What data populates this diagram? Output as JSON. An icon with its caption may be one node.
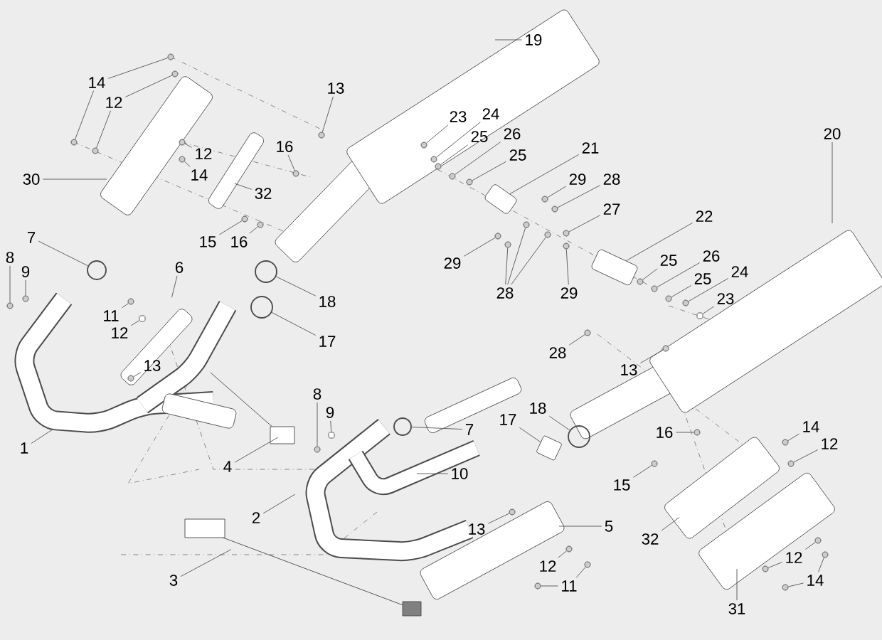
{
  "diagram": {
    "nodes": [
      {
        "text": [
          "19"
        ]
      },
      {
        "text": [
          "13"
        ]
      },
      {
        "text": [
          "14"
        ]
      },
      {
        "text": [
          "12"
        ]
      },
      {
        "text": [
          "23"
        ]
      },
      {
        "text": [
          "24"
        ]
      },
      {
        "text": [
          "20"
        ]
      },
      {
        "text": [
          "25"
        ]
      },
      {
        "text": [
          "26"
        ]
      },
      {
        "text": [
          "16"
        ]
      },
      {
        "text": [
          "21"
        ]
      },
      {
        "text": [
          "12"
        ]
      },
      {
        "text": [
          "25"
        ]
      },
      {
        "text": [
          "14"
        ]
      },
      {
        "text": [
          "30"
        ]
      },
      {
        "text": [
          "29"
        ]
      },
      {
        "text": [
          "28"
        ]
      },
      {
        "text": [
          "32"
        ]
      },
      {
        "text": [
          "27"
        ]
      },
      {
        "text": [
          "22"
        ]
      },
      {
        "text": [
          "7"
        ]
      },
      {
        "text": [
          "15"
        ]
      },
      {
        "text": [
          "16"
        ]
      },
      {
        "text": [
          "8"
        ]
      },
      {
        "text": [
          "25"
        ]
      },
      {
        "text": [
          "26"
        ]
      },
      {
        "text": [
          "29"
        ]
      },
      {
        "text": [
          "6"
        ]
      },
      {
        "text": [
          "9"
        ]
      },
      {
        "text": [
          "24"
        ]
      },
      {
        "text": [
          "25"
        ]
      },
      {
        "text": [
          "28"
        ]
      },
      {
        "text": [
          "29"
        ]
      },
      {
        "text": [
          "23"
        ]
      },
      {
        "text": [
          "18"
        ]
      },
      {
        "text": [
          "11"
        ]
      },
      {
        "text": [
          "12"
        ]
      },
      {
        "text": [
          "17"
        ]
      },
      {
        "text": [
          "28"
        ]
      },
      {
        "text": [
          "13"
        ]
      },
      {
        "text": [
          "13"
        ]
      },
      {
        "text": [
          "8"
        ]
      },
      {
        "text": [
          "9"
        ]
      },
      {
        "text": [
          "17"
        ]
      },
      {
        "text": [
          "18"
        ]
      },
      {
        "text": [
          "14"
        ]
      },
      {
        "text": [
          "7"
        ]
      },
      {
        "text": [
          "16"
        ]
      },
      {
        "text": [
          "12"
        ]
      },
      {
        "text": [
          "1"
        ]
      },
      {
        "text": [
          "4"
        ]
      },
      {
        "text": [
          "10"
        ]
      },
      {
        "text": [
          "15"
        ]
      },
      {
        "text": [
          "2"
        ]
      },
      {
        "text": [
          "5"
        ]
      },
      {
        "text": [
          "13"
        ]
      },
      {
        "text": [
          "32"
        ]
      },
      {
        "text": [
          "12"
        ]
      },
      {
        "text": [
          "12"
        ]
      },
      {
        "text": [
          "3"
        ]
      },
      {
        "text": [
          "11"
        ]
      },
      {
        "text": [
          "14"
        ]
      },
      {
        "text": [
          "31"
        ]
      },
      {
        "text": [],
        "shape": "circle"
      },
      {
        "text": [],
        "shape": "circle"
      },
      {
        "text": [],
        "shape": "circle"
      },
      {
        "text": [],
        "shape": "circle"
      },
      {
        "text": [],
        "shape": "circle"
      },
      {
        "text": [],
        "shape": "circle"
      },
      {
        "text": [],
        "shape": "circle"
      },
      {
        "text": [],
        "shape": "circle"
      },
      {
        "text": [],
        "shape": "circle"
      },
      {
        "text": [],
        "shape": "circle"
      },
      {
        "text": [],
        "shape": "box"
      },
      {
        "text": [],
        "shape": "circle"
      },
      {
        "text": [],
        "shape": "circle"
      },
      {
        "text": [],
        "shape": "circle"
      },
      {
        "text": [],
        "shape": "circle"
      },
      {
        "text": [],
        "shape": "circle"
      },
      {
        "text": [],
        "shape": "circle"
      },
      {
        "text": [],
        "shape": "box"
      },
      {
        "text": [],
        "shape": "circle"
      },
      {
        "text": [],
        "shape": "circle"
      },
      {
        "text": [],
        "shape": "circle"
      },
      {
        "text": [],
        "shape": "circle"
      },
      {
        "text": [],
        "shape": "circle"
      },
      {
        "text": [],
        "shape": "circle"
      },
      {
        "text": [],
        "shape": "circle"
      },
      {
        "text": [],
        "shape": "circle"
      },
      {
        "text": [],
        "shape": "circle"
      },
      {
        "text": [],
        "shape": "circle"
      },
      {
        "text": [],
        "shape": "circle"
      },
      {
        "text": [],
        "shape": "circle"
      },
      {
        "text": [],
        "shape": "circle"
      },
      {
        "text": [],
        "shape": "circle"
      },
      {
        "text": [],
        "shape": "cylinder"
      },
      {
        "text": [],
        "shape": "circle"
      },
      {
        "text": [],
        "shape": "circle"
      },
      {
        "text": [],
        "shape": "cylinder"
      },
      {
        "text": [],
        "shape": "circle"
      },
      {
        "text": [],
        "shape": "circle"
      },
      {
        "text": [],
        "shape": "circle"
      },
      {
        "text": [],
        "shape": "circle"
      },
      {
        "text": [],
        "shape": "circle"
      },
      {
        "text": [],
        "shape": "cylinder"
      },
      {
        "text": [],
        "shape": "cylinder"
      },
      {
        "text": [],
        "shape": "circle"
      },
      {
        "text": [],
        "shape": "circle"
      },
      {
        "text": [],
        "shape": "circle"
      },
      {
        "text": [],
        "shape": "circle"
      },
      {
        "text": [],
        "shape": "circle"
      },
      {
        "text": [],
        "shape": "circle"
      },
      {
        "text": [],
        "shape": "circle"
      },
      {
        "text": [],
        "shape": "circle"
      },
      {
        "text": [],
        "shape": "circle"
      },
      {
        "text": [],
        "shape": "circle"
      },
      {
        "text": [],
        "shape": "circle"
      },
      {
        "text": [],
        "shape": "circle"
      },
      {
        "text": [],
        "shape": "circle"
      },
      {
        "text": [],
        "shape": "circle"
      }
    ],
    "edges": [
      {
        "from": 0,
        "to": null,
        "arrow": "none"
      },
      {
        "from": 1,
        "to": 63,
        "arrow": "none"
      },
      {
        "from": 2,
        "to": 64,
        "arrow": "none"
      },
      {
        "from": 2,
        "to": 65,
        "arrow": "none"
      },
      {
        "from": 3,
        "to": 66,
        "arrow": "none"
      },
      {
        "from": 3,
        "to": 67,
        "arrow": "none"
      },
      {
        "from": 4,
        "to": 68,
        "arrow": "none"
      },
      {
        "from": 5,
        "to": 69,
        "arrow": "none"
      },
      {
        "from": 6,
        "to": null,
        "arrow": "none"
      },
      {
        "from": 7,
        "to": 70,
        "arrow": "none"
      },
      {
        "from": 8,
        "to": 71,
        "arrow": "none"
      },
      {
        "from": 9,
        "to": 72,
        "arrow": "none"
      },
      {
        "from": 10,
        "to": 73,
        "arrow": "none"
      },
      {
        "from": 11,
        "to": 74,
        "arrow": "none"
      },
      {
        "from": 12,
        "to": 75,
        "arrow": "none"
      },
      {
        "from": 13,
        "to": 76,
        "arrow": "none"
      },
      {
        "from": 14,
        "to": null,
        "arrow": "none"
      },
      {
        "from": 15,
        "to": 77,
        "arrow": "none"
      },
      {
        "from": 16,
        "to": 78,
        "arrow": "none"
      },
      {
        "from": 17,
        "to": null,
        "arrow": "none"
      },
      {
        "from": 18,
        "to": 79,
        "arrow": "none"
      },
      {
        "from": 19,
        "to": 80,
        "arrow": "none"
      },
      {
        "from": 20,
        "to": 81,
        "arrow": "none"
      },
      {
        "from": 21,
        "to": 82,
        "arrow": "none"
      },
      {
        "from": 22,
        "to": 83,
        "arrow": "none"
      },
      {
        "from": 23,
        "to": 84,
        "arrow": "none"
      },
      {
        "from": 24,
        "to": 85,
        "arrow": "none"
      },
      {
        "from": 25,
        "to": 86,
        "arrow": "none"
      },
      {
        "from": 26,
        "to": 87,
        "arrow": "none"
      },
      {
        "from": 27,
        "to": null,
        "arrow": "none"
      },
      {
        "from": 28,
        "to": 88,
        "arrow": "none"
      },
      {
        "from": 29,
        "to": 89,
        "arrow": "none"
      },
      {
        "from": 30,
        "to": 90,
        "arrow": "none"
      },
      {
        "from": 31,
        "to": 91,
        "arrow": "none"
      },
      {
        "from": 31,
        "to": 92,
        "arrow": "none"
      },
      {
        "from": 31,
        "to": 93,
        "arrow": "none"
      },
      {
        "from": 32,
        "to": 94,
        "arrow": "none"
      },
      {
        "from": 33,
        "to": 95,
        "arrow": "none"
      },
      {
        "from": 34,
        "to": 96,
        "arrow": "none"
      },
      {
        "from": 35,
        "to": 97,
        "arrow": "none"
      },
      {
        "from": 36,
        "to": 98,
        "arrow": "none"
      },
      {
        "from": 37,
        "to": 99,
        "arrow": "none"
      },
      {
        "from": 38,
        "to": 100,
        "arrow": "none"
      },
      {
        "from": 39,
        "to": 101,
        "arrow": "none"
      },
      {
        "from": 40,
        "to": 102,
        "arrow": "none"
      },
      {
        "from": 41,
        "to": 103,
        "arrow": "none"
      },
      {
        "from": 42,
        "to": 104,
        "arrow": "none"
      },
      {
        "from": 43,
        "to": 105,
        "arrow": "none"
      },
      {
        "from": 44,
        "to": 106,
        "arrow": "none"
      },
      {
        "from": 45,
        "to": 107,
        "arrow": "none"
      },
      {
        "from": 46,
        "to": 108,
        "arrow": "none"
      },
      {
        "from": 47,
        "to": 109,
        "arrow": "none"
      },
      {
        "from": 48,
        "to": 110,
        "arrow": "none"
      },
      {
        "from": 49,
        "to": null,
        "arrow": "none"
      },
      {
        "from": 50,
        "to": null,
        "arrow": "none"
      },
      {
        "from": 51,
        "to": null,
        "arrow": "none"
      },
      {
        "from": 52,
        "to": 111,
        "arrow": "none"
      },
      {
        "from": 53,
        "to": null,
        "arrow": "none"
      },
      {
        "from": 54,
        "to": null,
        "arrow": "none"
      },
      {
        "from": 55,
        "to": 112,
        "arrow": "none"
      },
      {
        "from": 56,
        "to": null,
        "arrow": "none"
      },
      {
        "from": 57,
        "to": 113,
        "arrow": "none"
      },
      {
        "from": 58,
        "to": 114,
        "arrow": "none"
      },
      {
        "from": 58,
        "to": 115,
        "arrow": "none"
      },
      {
        "from": 59,
        "to": null,
        "arrow": "none"
      },
      {
        "from": 60,
        "to": 116,
        "arrow": "none"
      },
      {
        "from": 60,
        "to": 117,
        "arrow": "none"
      },
      {
        "from": 61,
        "to": 118,
        "arrow": "none"
      },
      {
        "from": 61,
        "to": 119,
        "arrow": "none"
      },
      {
        "from": 62,
        "to": null,
        "arrow": "none"
      }
    ]
  }
}
